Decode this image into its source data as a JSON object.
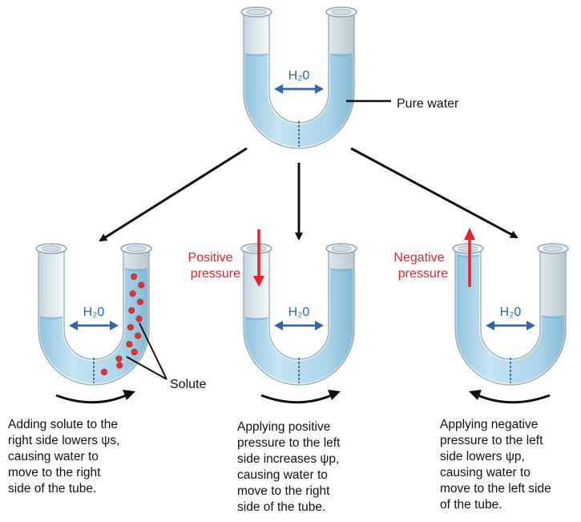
{
  "top_tube": {
    "label": "Pure water",
    "flow_label": "H₂0"
  },
  "tube_left": {
    "flow_label": "H₂0",
    "solute_label": "Solute",
    "caption": [
      "Adding solute to the",
      "right side lowers ψs,",
      "causing water to",
      "move to the right",
      "side of the tube."
    ]
  },
  "tube_middle": {
    "pressure_label": [
      "Positive",
      "pressure"
    ],
    "flow_label": "H₂0",
    "caption": [
      "Applying positive",
      "pressure to the left",
      "side increases ψp,",
      "causing water to",
      "move to the right",
      "side of the tube."
    ]
  },
  "tube_right": {
    "pressure_label": [
      "Negative",
      "pressure"
    ],
    "flow_label": "H₂0",
    "caption": [
      "Applying negative",
      "pressure to the left",
      "side lowers ψp,",
      "causing water to",
      "move to the left side",
      "of the tube."
    ]
  },
  "colors": {
    "water": "#a9d4ea",
    "tube_glass": "#e6eef3",
    "flow_arrow": "#2f66b3",
    "pressure": "#e5232f",
    "solute": "#e5332f"
  }
}
